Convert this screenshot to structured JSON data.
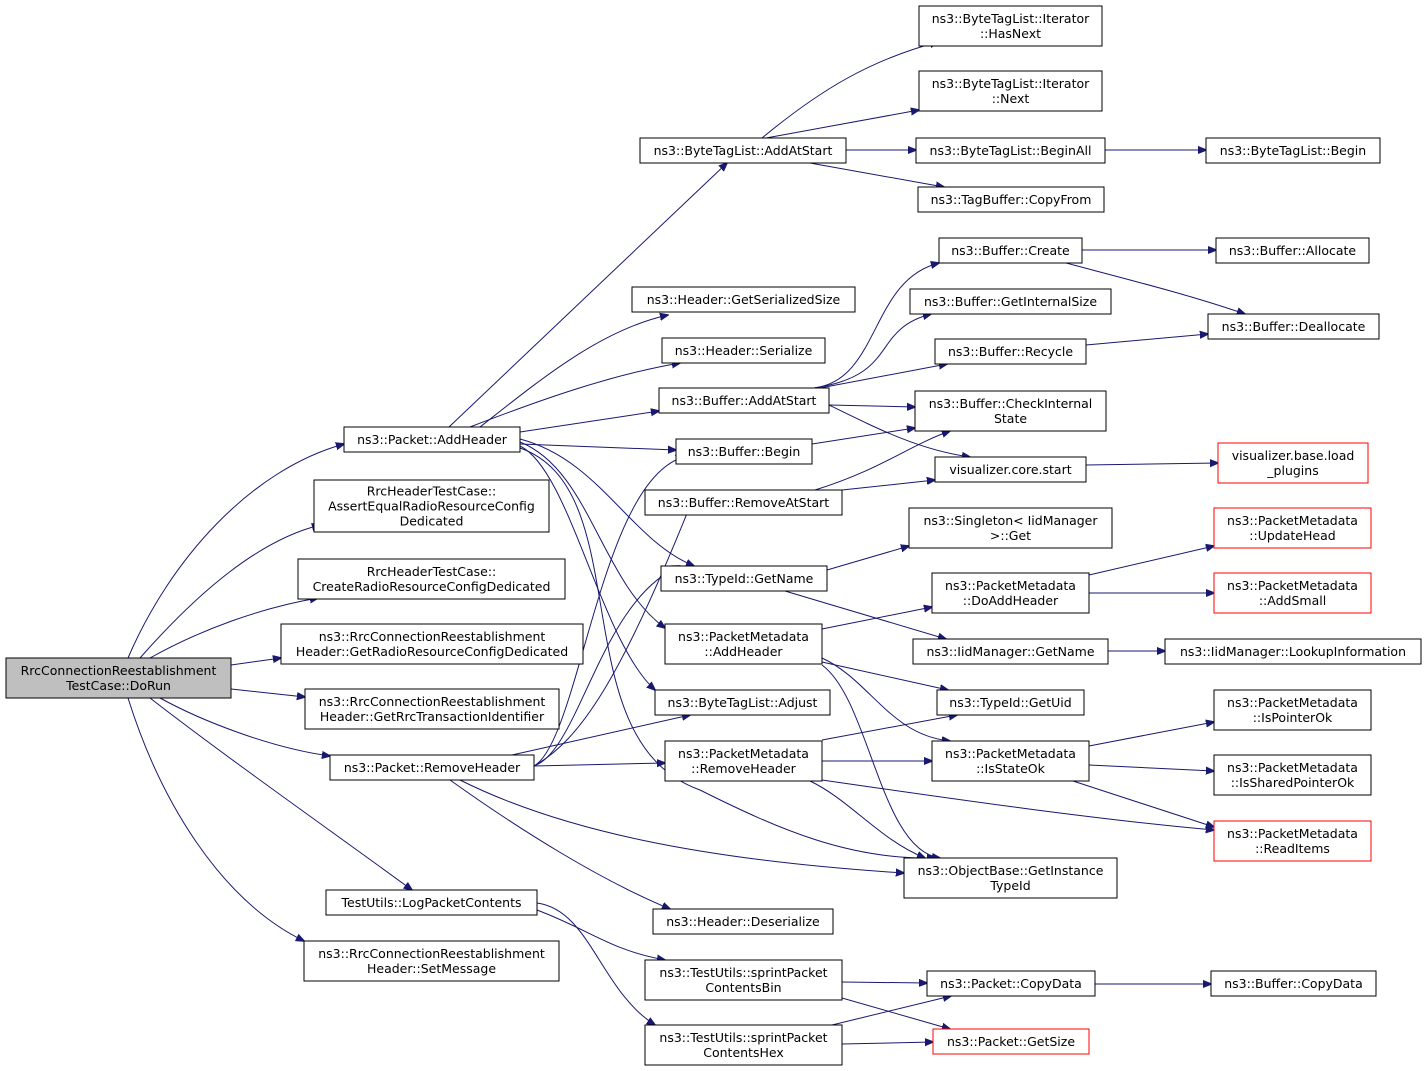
{
  "colors": {
    "edge": "#191970",
    "root_fill": "#bfbfbf",
    "truncated_border": "#ff0000",
    "border": "#000000"
  },
  "nodes": {
    "root": [
      "RrcConnectionReestablishment",
      "TestCase::DoRun"
    ],
    "addHeader": [
      "ns3::Packet::AddHeader"
    ],
    "assertEqual": [
      "RrcHeaderTestCase::",
      "AssertEqualRadioResourceConfig",
      "Dedicated"
    ],
    "createRadio": [
      "RrcHeaderTestCase::",
      "CreateRadioResourceConfigDedicated"
    ],
    "getRadioRes": [
      "ns3::RrcConnectionReestablishment",
      "Header::GetRadioResourceConfigDedicated"
    ],
    "getRrcTrans": [
      "ns3::RrcConnectionReestablishment",
      "Header::GetRrcTransactionIdentifier"
    ],
    "removeHeader": [
      "ns3::Packet::RemoveHeader"
    ],
    "logPacket": [
      "TestUtils::LogPacketContents"
    ],
    "setMessage": [
      "ns3::RrcConnectionReestablishment",
      "Header::SetMessage"
    ],
    "btlAddAtStart": [
      "ns3::ByteTagList::AddAtStart"
    ],
    "hdrGetSerSize": [
      "ns3::Header::GetSerializedSize"
    ],
    "hdrSerialize": [
      "ns3::Header::Serialize"
    ],
    "bufAddAtStart": [
      "ns3::Buffer::AddAtStart"
    ],
    "bufBegin": [
      "ns3::Buffer::Begin"
    ],
    "bufRemoveAtStart": [
      "ns3::Buffer::RemoveAtStart"
    ],
    "typeGetName": [
      "ns3::TypeId::GetName"
    ],
    "pmAddHeader": [
      "ns3::PacketMetadata",
      "::AddHeader"
    ],
    "btlAdjust": [
      "ns3::ByteTagList::Adjust"
    ],
    "pmRemoveHeader": [
      "ns3::PacketMetadata",
      "::RemoveHeader"
    ],
    "hdrDeserialize": [
      "ns3::Header::Deserialize"
    ],
    "sprintBin": [
      "ns3::TestUtils::sprintPacket",
      "ContentsBin"
    ],
    "sprintHex": [
      "ns3::TestUtils::sprintPacket",
      "ContentsHex"
    ],
    "itHasNext": [
      "ns3::ByteTagList::Iterator",
      "::HasNext"
    ],
    "itNext": [
      "ns3::ByteTagList::Iterator",
      "::Next"
    ],
    "btlBeginAll": [
      "ns3::ByteTagList::BeginAll"
    ],
    "tbCopyFrom": [
      "ns3::TagBuffer::CopyFrom"
    ],
    "bufCreate": [
      "ns3::Buffer::Create"
    ],
    "bufGetInternalSize": [
      "ns3::Buffer::GetInternalSize"
    ],
    "bufRecycle": [
      "ns3::Buffer::Recycle"
    ],
    "bufCheckInternal": [
      "ns3::Buffer::CheckInternal",
      "State"
    ],
    "vizCoreStart": [
      "visualizer.core.start"
    ],
    "singletonGet": [
      "ns3::Singleton< IidManager",
      ">::Get"
    ],
    "pmDoAddHeader": [
      "ns3::PacketMetadata",
      "::DoAddHeader"
    ],
    "iidGetName": [
      "ns3::IidManager::GetName"
    ],
    "typeGetUid": [
      "ns3::TypeId::GetUid"
    ],
    "pmIsStateOk": [
      "ns3::PacketMetadata",
      "::IsStateOk"
    ],
    "obGetInstance": [
      "ns3::ObjectBase::GetInstance",
      "TypeId"
    ],
    "pktCopyData": [
      "ns3::Packet::CopyData"
    ],
    "pktGetSize": [
      "ns3::Packet::GetSize"
    ],
    "btlBegin": [
      "ns3::ByteTagList::Begin"
    ],
    "bufAllocate": [
      "ns3::Buffer::Allocate"
    ],
    "bufDeallocate": [
      "ns3::Buffer::Deallocate"
    ],
    "vizBaseLoad": [
      "visualizer.base.load",
      "_plugins"
    ],
    "pmUpdateHead": [
      "ns3::PacketMetadata",
      "::UpdateHead"
    ],
    "pmAddSmall": [
      "ns3::PacketMetadata",
      "::AddSmall"
    ],
    "iidLookup": [
      "ns3::IidManager::LookupInformation"
    ],
    "pmIsPointerOk": [
      "ns3::PacketMetadata",
      "::IsPointerOk"
    ],
    "pmIsSharedPtrOk": [
      "ns3::PacketMetadata",
      "::IsSharedPointerOk"
    ],
    "pmReadItems": [
      "ns3::PacketMetadata",
      "::ReadItems"
    ],
    "bufCopyData": [
      "ns3::Buffer::CopyData"
    ]
  }
}
